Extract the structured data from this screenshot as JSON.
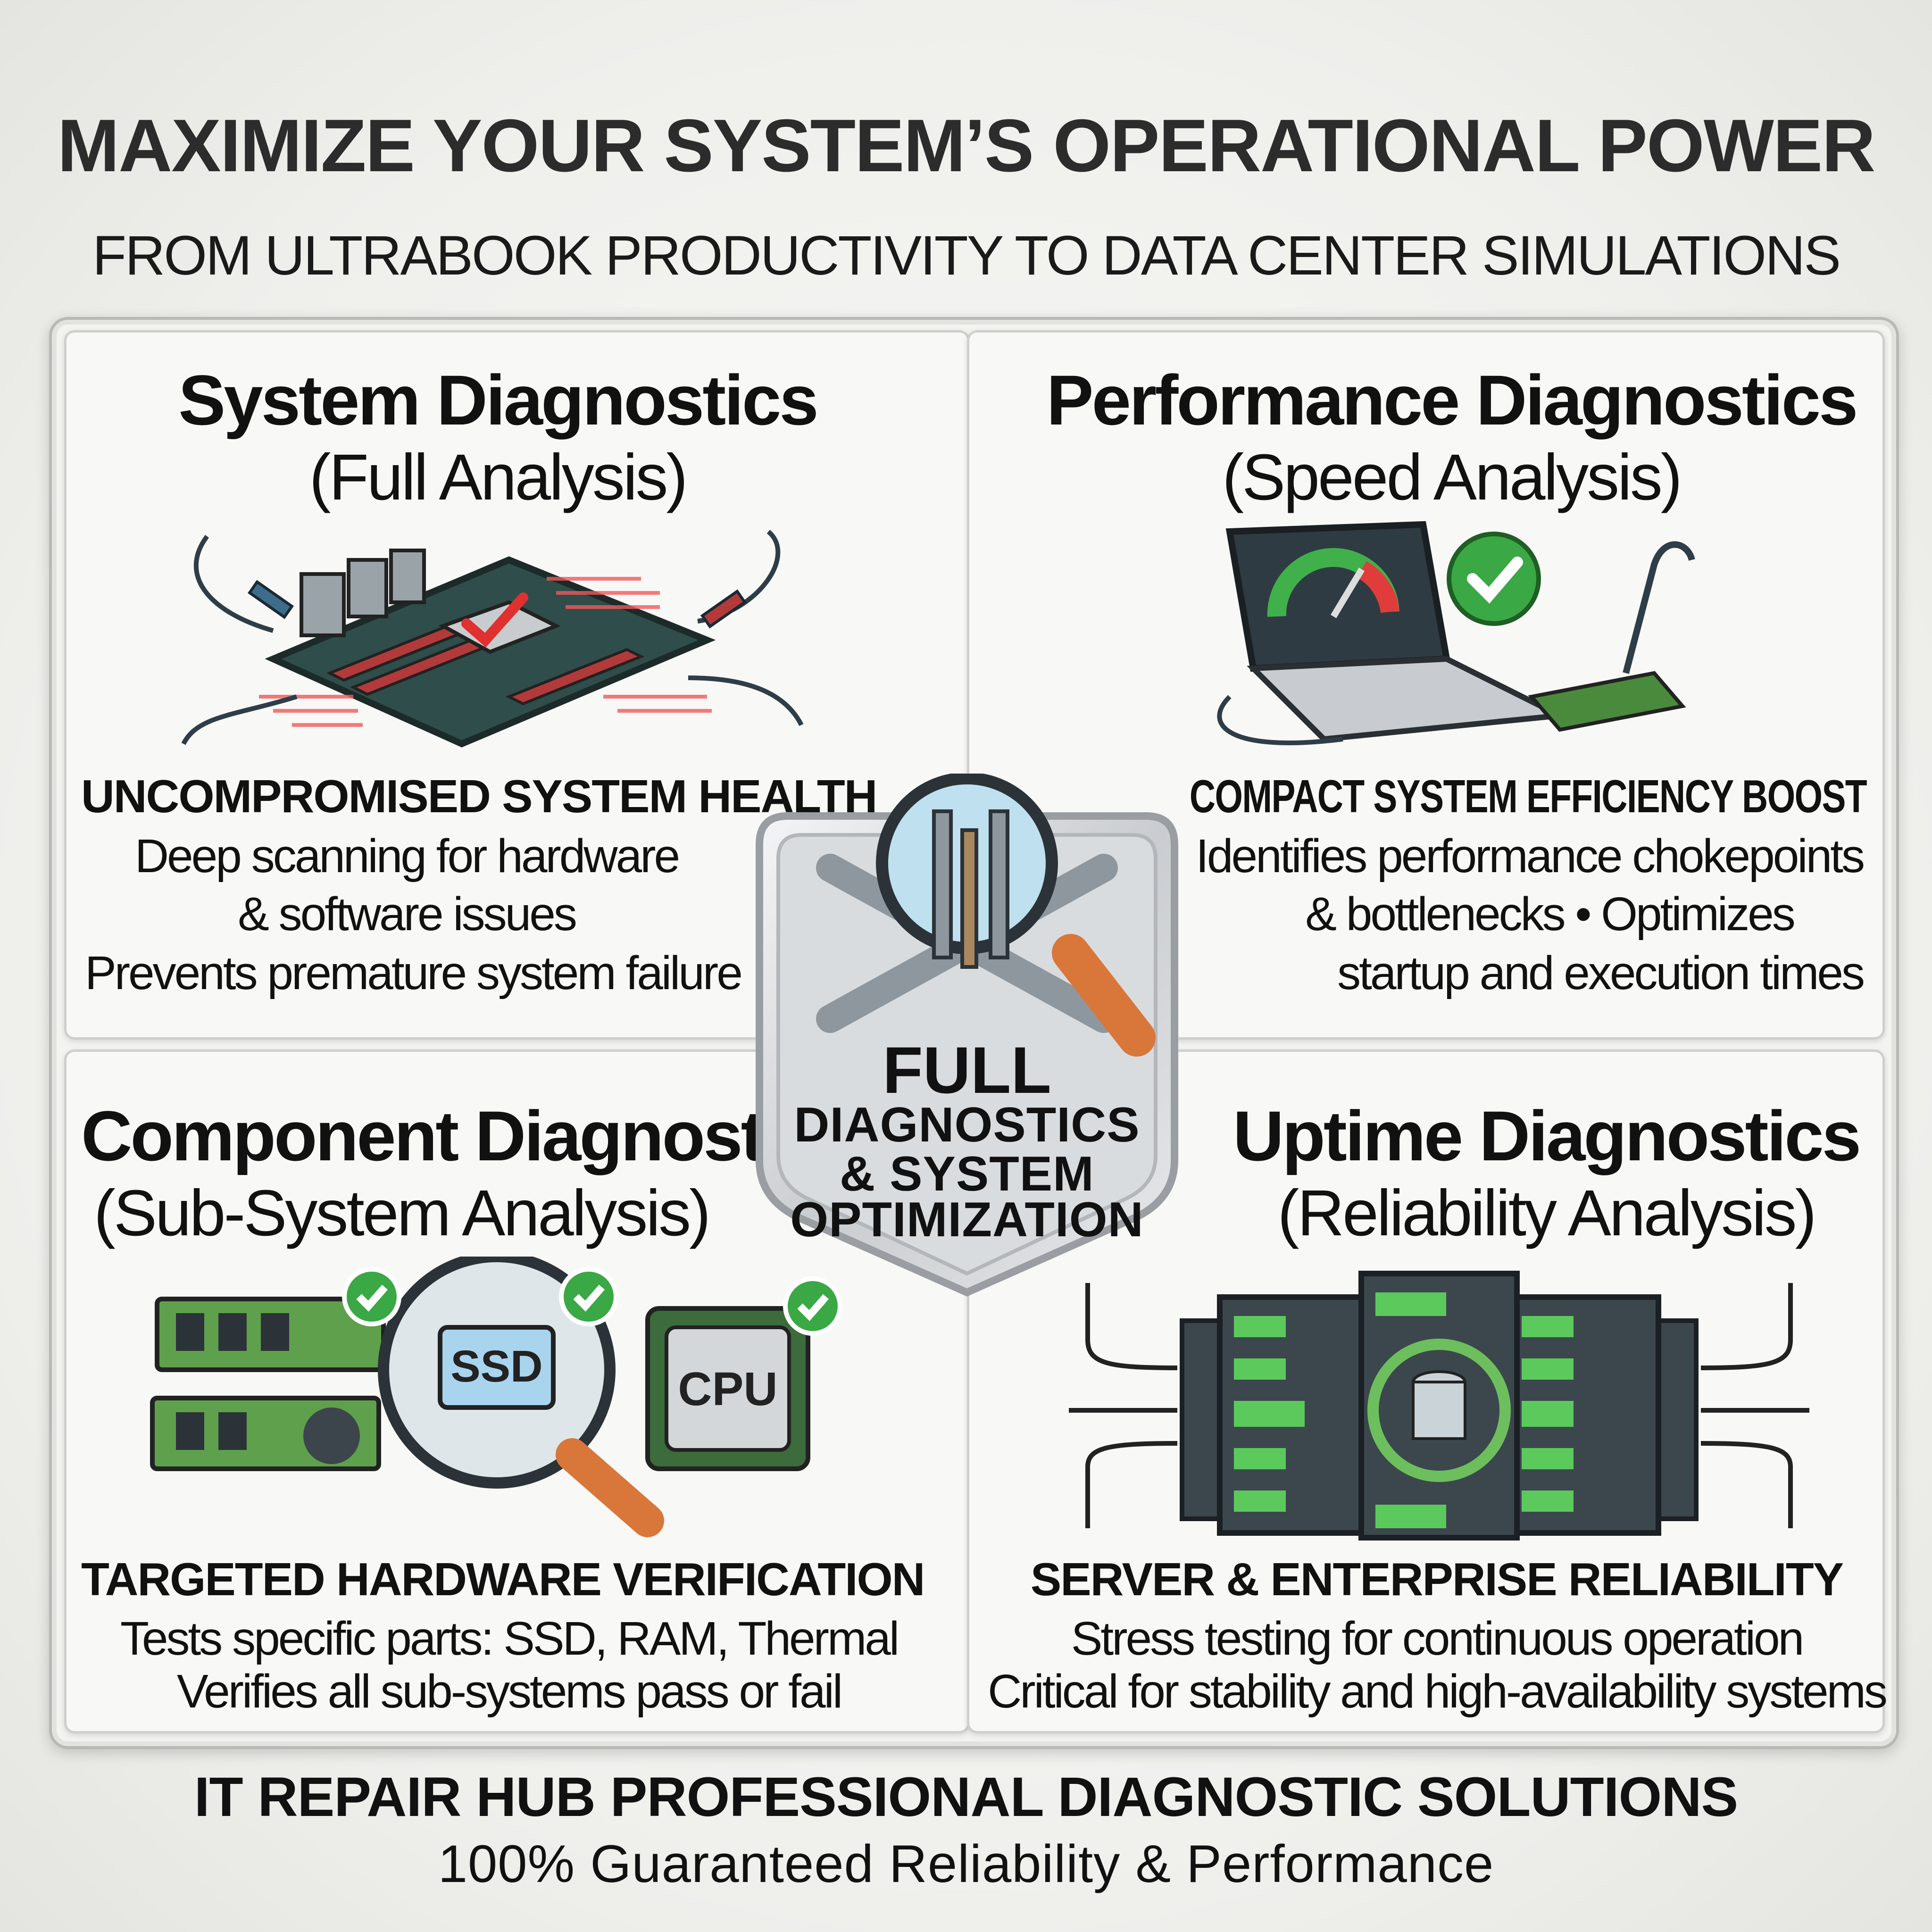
{
  "header": {
    "title": "MAXIMIZE YOUR SYSTEM’S OPERATIONAL POWER",
    "subtitle": "FROM ULTRABOOK PRODUCTIVITY TO DATA CENTER SIMULATIONS"
  },
  "quadrants": [
    {
      "title": "System Diagnostics",
      "subtitle": "(Full Analysis)",
      "illustration": "motherboard-with-probes",
      "benefit_title": "UNCOMPROMISED SYSTEM HEALTH",
      "lines": [
        "Deep scanning for hardware",
        "& software issues",
        "Prevents premature system failure"
      ]
    },
    {
      "title": "Performance Diagnostics",
      "subtitle": "(Speed Analysis)",
      "illustration": "laptop-speed-gauge",
      "benefit_title": "COMPACT SYSTEM EFFICIENCY BOOST",
      "lines": [
        "Identifies performance chokepoints",
        "& bottlenecks • Optimizes",
        "startup and execution times"
      ]
    },
    {
      "title": "Component Diagnostics",
      "subtitle": "(Sub-System Analysis)",
      "illustration": "ram-ssd-cpu-check",
      "labels": {
        "ssd": "SSD",
        "cpu": "CPU"
      },
      "benefit_title": "TARGETED HARDWARE VERIFICATION",
      "lines": [
        "Tests specific parts: SSD, RAM, Thermal",
        "Verifies all sub-systems pass or fail"
      ]
    },
    {
      "title": "Uptime Diagnostics",
      "subtitle": "(Reliability Analysis)",
      "illustration": "server-racks",
      "benefit_title": "SERVER & ENTERPRISE RELIABILITY",
      "lines": [
        "Stress testing for continuous operation",
        "Critical for stability and high-availability systems"
      ]
    }
  ],
  "badge": {
    "line1": "FULL",
    "line2": "DIAGNOSTICS",
    "line3": "& SYSTEM",
    "line4": "OPTIMIZATION",
    "icon": "tools-magnifier-icon"
  },
  "footer": {
    "title": "IT REPAIR HUB PROFESSIONAL DIAGNOSTIC SOLUTIONS",
    "tagline": "100% Guaranteed Reliability & Performance"
  },
  "colors": {
    "accent_green": "#3faa3f",
    "alert_red": "#e04040",
    "text": "#111111",
    "panel": "#f8f8f6"
  }
}
